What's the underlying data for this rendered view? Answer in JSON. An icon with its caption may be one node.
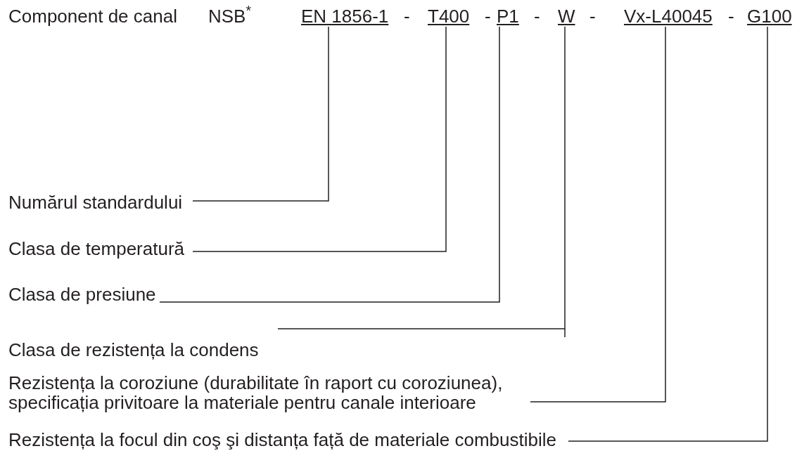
{
  "diagram": {
    "nodes": [
      {
        "text": [
          "EN 1856-1"
        ]
      },
      {
        "text": [
          "T400"
        ]
      },
      {
        "text": [
          "P1"
        ]
      },
      {
        "text": [
          "W"
        ]
      },
      {
        "text": [
          "Vx-L40045"
        ]
      },
      {
        "text": [
          "G100"
        ]
      },
      {
        "text": [
          "Numărul standardului"
        ]
      },
      {
        "text": [
          "Clasa de temperatură"
        ]
      },
      {
        "text": [
          "Clasa de presiune"
        ]
      },
      {
        "text": [
          "Clasa de rezistența la condens"
        ]
      },
      {
        "text": [
          "Rezistența la coroziune (durabilitate în raport cu coroziunea), specificația privitoare la materiale pentru canale interioare"
        ]
      },
      {
        "text": [
          "Rezistența la focul din coş şi distanța față de materiale combustibile"
        ]
      }
    ],
    "edges": [
      {
        "from": 6,
        "to": 0,
        "arrow": "none"
      },
      {
        "from": 7,
        "to": 1,
        "arrow": "none"
      },
      {
        "from": 8,
        "to": 2,
        "arrow": "none"
      },
      {
        "from": 9,
        "to": 3,
        "arrow": "none"
      },
      {
        "from": 10,
        "to": 4,
        "arrow": "none"
      },
      {
        "from": 11,
        "to": 5,
        "arrow": "none"
      }
    ],
    "labels": [
      "Component de canal",
      "NSB$^{*}$",
      "-",
      "-",
      "-",
      "-",
      "-"
    ]
  }
}
